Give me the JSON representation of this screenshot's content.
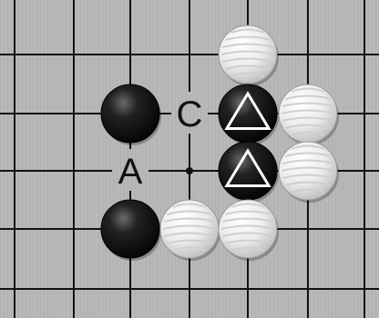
{
  "board": {
    "colors": {
      "board_background": "#b9b9b9",
      "grain": "#a6a6a6",
      "grid_line": "#111111",
      "black_stone": "#111111",
      "white_stone": "#f2f2f2",
      "triangle_mark": "#ffffff"
    },
    "labels": {
      "point_a": "A",
      "point_c": "C"
    },
    "stones": [
      {
        "color": "white",
        "col": 4,
        "row": 0,
        "marked": false
      },
      {
        "color": "black",
        "col": 2,
        "row": 1,
        "marked": false
      },
      {
        "color": "black",
        "col": 4,
        "row": 1,
        "marked": true,
        "mark": "triangle"
      },
      {
        "color": "white",
        "col": 5,
        "row": 1,
        "marked": false
      },
      {
        "color": "black",
        "col": 4,
        "row": 2,
        "marked": true,
        "mark": "triangle"
      },
      {
        "color": "white",
        "col": 5,
        "row": 2,
        "marked": false
      },
      {
        "color": "black",
        "col": 2,
        "row": 3,
        "marked": false
      },
      {
        "color": "white",
        "col": 3,
        "row": 3,
        "marked": false
      },
      {
        "color": "white",
        "col": 4,
        "row": 3,
        "marked": false
      }
    ],
    "star_point": {
      "col": 3,
      "row": 2
    }
  }
}
